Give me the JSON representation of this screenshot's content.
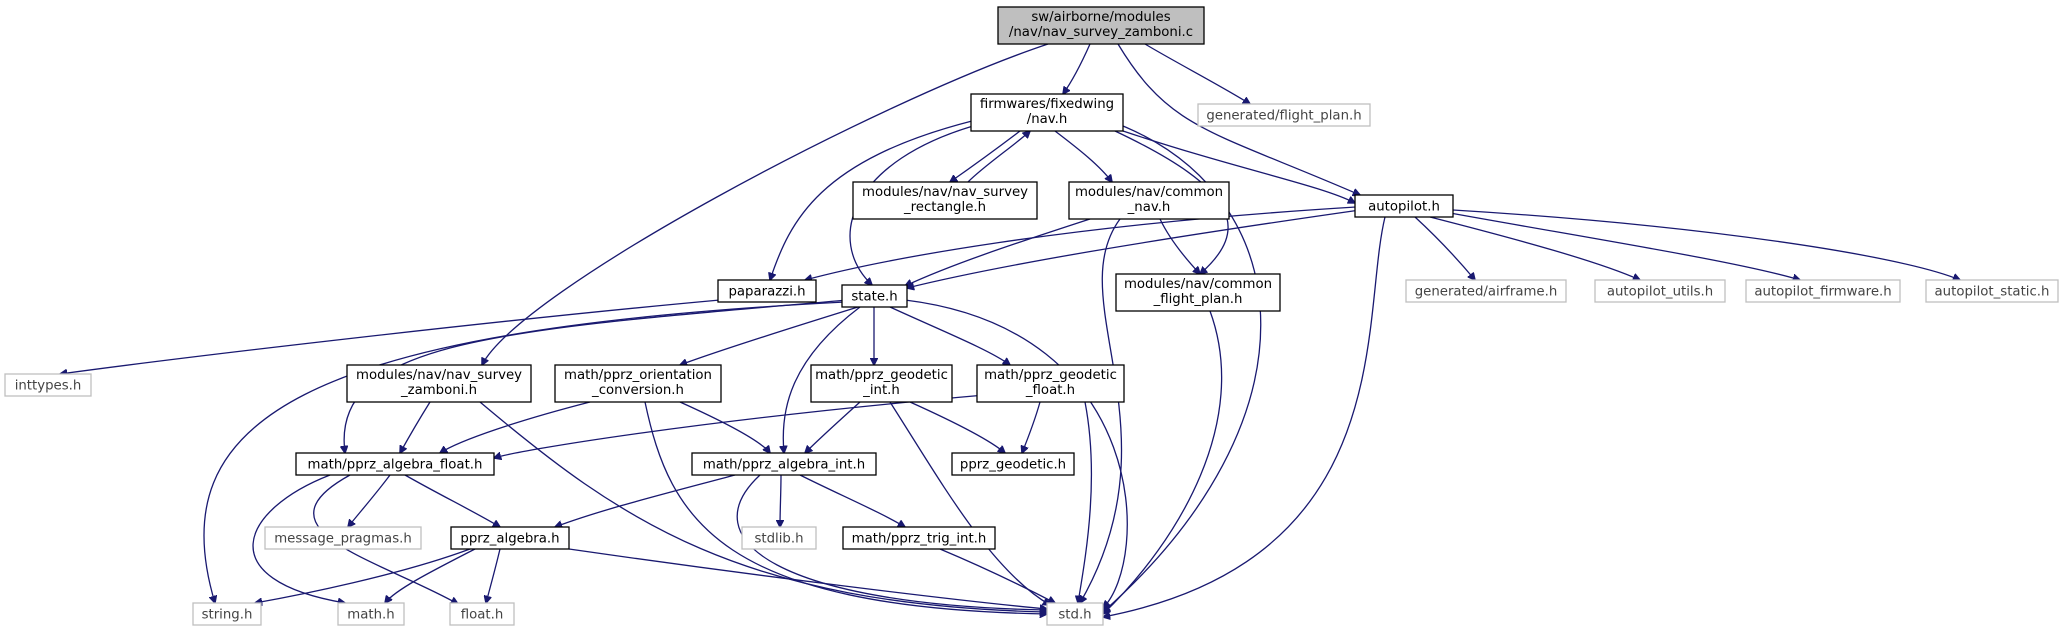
{
  "colors": {
    "edge": "#191970",
    "root_fill": "#bfbfbf",
    "node_border": "#000000",
    "missing_border": "#bfbfbf",
    "text": "#000000"
  },
  "nodes": {
    "root": {
      "lines": [
        "sw/airborne/modules",
        "/nav/nav_survey_zamboni.c"
      ],
      "kind": "root"
    },
    "nav_h": {
      "lines": [
        "firmwares/fixedwing",
        "/nav.h"
      ],
      "kind": "normal"
    },
    "flight_plan": {
      "lines": [
        "generated/flight_plan.h"
      ],
      "kind": "missing"
    },
    "autopilot": {
      "lines": [
        "autopilot.h"
      ],
      "kind": "normal"
    },
    "survey_rect": {
      "lines": [
        "modules/nav/nav_survey",
        "_rectangle.h"
      ],
      "kind": "normal"
    },
    "common_nav": {
      "lines": [
        "modules/nav/common",
        "_nav.h"
      ],
      "kind": "normal"
    },
    "common_fp": {
      "lines": [
        "modules/nav/common",
        "_flight_plan.h"
      ],
      "kind": "normal"
    },
    "paparazzi": {
      "lines": [
        "paparazzi.h"
      ],
      "kind": "normal"
    },
    "state": {
      "lines": [
        "state.h"
      ],
      "kind": "normal"
    },
    "airframe": {
      "lines": [
        "generated/airframe.h"
      ],
      "kind": "missing"
    },
    "ap_utils": {
      "lines": [
        "autopilot_utils.h"
      ],
      "kind": "missing"
    },
    "ap_firmware": {
      "lines": [
        "autopilot_firmware.h"
      ],
      "kind": "missing"
    },
    "ap_static": {
      "lines": [
        "autopilot_static.h"
      ],
      "kind": "missing"
    },
    "inttypes": {
      "lines": [
        "inttypes.h"
      ],
      "kind": "missing"
    },
    "zamboni_h": {
      "lines": [
        "modules/nav/nav_survey",
        "_zamboni.h"
      ],
      "kind": "normal"
    },
    "orient": {
      "lines": [
        "math/pprz_orientation",
        "_conversion.h"
      ],
      "kind": "normal"
    },
    "geo_int": {
      "lines": [
        "math/pprz_geodetic",
        "_int.h"
      ],
      "kind": "normal"
    },
    "geo_float": {
      "lines": [
        "math/pprz_geodetic",
        "_float.h"
      ],
      "kind": "normal"
    },
    "alg_float": {
      "lines": [
        "math/pprz_algebra_float.h"
      ],
      "kind": "normal"
    },
    "alg_int": {
      "lines": [
        "math/pprz_algebra_int.h"
      ],
      "kind": "normal"
    },
    "geodetic": {
      "lines": [
        "pprz_geodetic.h"
      ],
      "kind": "normal"
    },
    "msg_pragmas": {
      "lines": [
        "message_pragmas.h"
      ],
      "kind": "missing"
    },
    "algebra": {
      "lines": [
        "pprz_algebra.h"
      ],
      "kind": "normal"
    },
    "stdlib": {
      "lines": [
        "stdlib.h"
      ],
      "kind": "missing"
    },
    "trig": {
      "lines": [
        "math/pprz_trig_int.h"
      ],
      "kind": "normal"
    },
    "string": {
      "lines": [
        "string.h"
      ],
      "kind": "missing"
    },
    "math": {
      "lines": [
        "math.h"
      ],
      "kind": "missing"
    },
    "float": {
      "lines": [
        "float.h"
      ],
      "kind": "missing"
    },
    "std": {
      "lines": [
        "std.h"
      ],
      "kind": "missing"
    }
  },
  "edges": [
    [
      "root",
      "nav_h"
    ],
    [
      "root",
      "flight_plan"
    ],
    [
      "root",
      "autopilot"
    ],
    [
      "root",
      "zamboni_h"
    ],
    [
      "nav_h",
      "survey_rect"
    ],
    [
      "survey_rect",
      "nav_h"
    ],
    [
      "nav_h",
      "common_nav"
    ],
    [
      "nav_h",
      "common_fp"
    ],
    [
      "nav_h",
      "paparazzi"
    ],
    [
      "nav_h",
      "state"
    ],
    [
      "nav_h",
      "autopilot"
    ],
    [
      "nav_h",
      "std"
    ],
    [
      "common_nav",
      "state"
    ],
    [
      "common_nav",
      "common_fp"
    ],
    [
      "common_nav",
      "std"
    ],
    [
      "common_fp",
      "std"
    ],
    [
      "autopilot",
      "paparazzi"
    ],
    [
      "autopilot",
      "state"
    ],
    [
      "autopilot",
      "airframe"
    ],
    [
      "autopilot",
      "ap_utils"
    ],
    [
      "autopilot",
      "ap_firmware"
    ],
    [
      "autopilot",
      "ap_static"
    ],
    [
      "autopilot",
      "std"
    ],
    [
      "paparazzi",
      "inttypes"
    ],
    [
      "state",
      "orient"
    ],
    [
      "state",
      "geo_int"
    ],
    [
      "state",
      "geo_float"
    ],
    [
      "state",
      "alg_float"
    ],
    [
      "state",
      "alg_int"
    ],
    [
      "state",
      "string"
    ],
    [
      "state",
      "std"
    ],
    [
      "zamboni_h",
      "alg_float"
    ],
    [
      "zamboni_h",
      "std"
    ],
    [
      "orient",
      "alg_float"
    ],
    [
      "orient",
      "alg_int"
    ],
    [
      "orient",
      "std"
    ],
    [
      "geo_int",
      "alg_int"
    ],
    [
      "geo_int",
      "geodetic"
    ],
    [
      "geo_int",
      "std"
    ],
    [
      "geo_float",
      "alg_float"
    ],
    [
      "geo_float",
      "geodetic"
    ],
    [
      "geo_float",
      "std"
    ],
    [
      "alg_float",
      "msg_pragmas"
    ],
    [
      "alg_float",
      "algebra"
    ],
    [
      "alg_float",
      "math"
    ],
    [
      "alg_float",
      "float"
    ],
    [
      "alg_int",
      "algebra"
    ],
    [
      "alg_int",
      "stdlib"
    ],
    [
      "alg_int",
      "trig"
    ],
    [
      "alg_int",
      "std"
    ],
    [
      "algebra",
      "string"
    ],
    [
      "algebra",
      "math"
    ],
    [
      "algebra",
      "float"
    ],
    [
      "algebra",
      "std"
    ],
    [
      "trig",
      "std"
    ]
  ]
}
